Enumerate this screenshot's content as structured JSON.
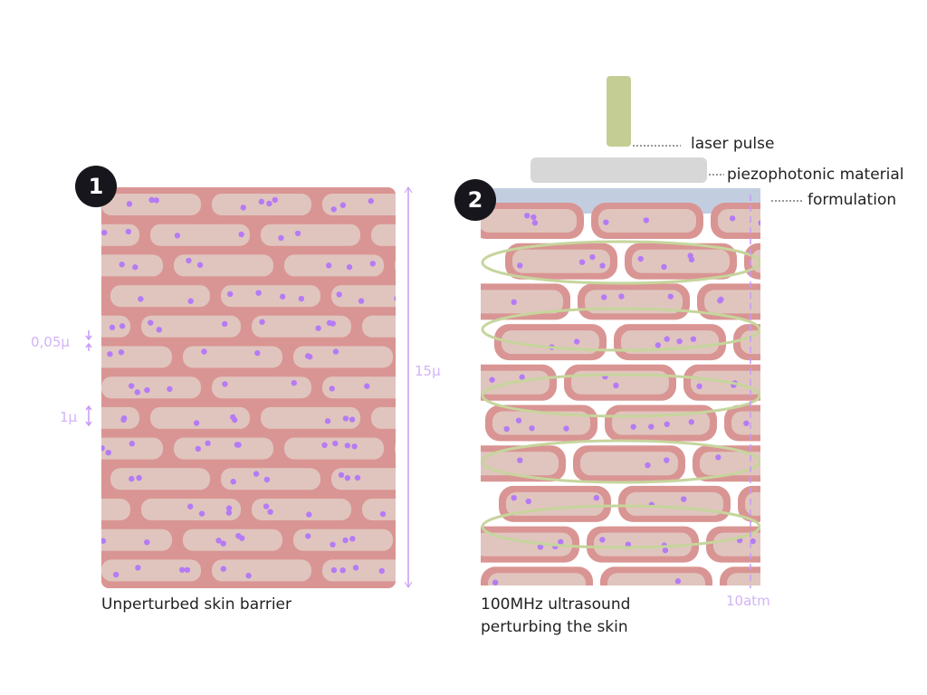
{
  "panel1": {
    "badge": "1",
    "caption": "Unperturbed skin barrier",
    "gap_label": "0,05µ",
    "cell_label": "1µ",
    "height_label": "15µ"
  },
  "panel2": {
    "badge": "2",
    "caption_line1": "100MHz ultrasound",
    "caption_line2": "perturbing the skin",
    "pressure_label": "10atm",
    "laser_label": "laser pulse",
    "piezo_label": "piezophotonic material",
    "formulation_label": "formulation"
  },
  "colors": {
    "lipid": "#d99593",
    "cell": "#e0c5be",
    "dot": "#b57af5",
    "ellipse": "#c6d59c",
    "laser": "#c3cd94",
    "piezo": "#d7d7d7",
    "formulation": "#c2cde0",
    "measure": "#c79af7"
  }
}
